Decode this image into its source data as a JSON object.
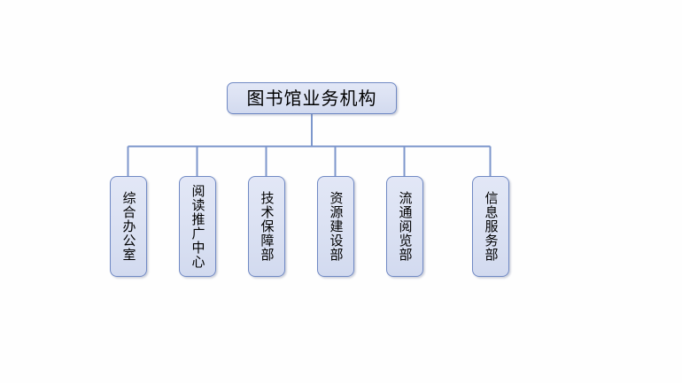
{
  "diagram": {
    "type": "organization-chart",
    "orientation": "top-down",
    "colors": {
      "node_fill": "#DCE2F3",
      "node_fill_top": "#E2E7F6",
      "node_fill_bottom": "#D2DAEF",
      "node_border": "#7089C4",
      "connector": "#7D97CC",
      "text": "#000000",
      "background": "#FEFEFE"
    },
    "root": {
      "label": "图书馆业务机构"
    },
    "children": [
      {
        "label": "综合办公室"
      },
      {
        "label": "阅读推广中心"
      },
      {
        "label": "技术保障部"
      },
      {
        "label": "资源建设部"
      },
      {
        "label": "流通阅览部"
      },
      {
        "label": "信息服务部"
      }
    ]
  }
}
